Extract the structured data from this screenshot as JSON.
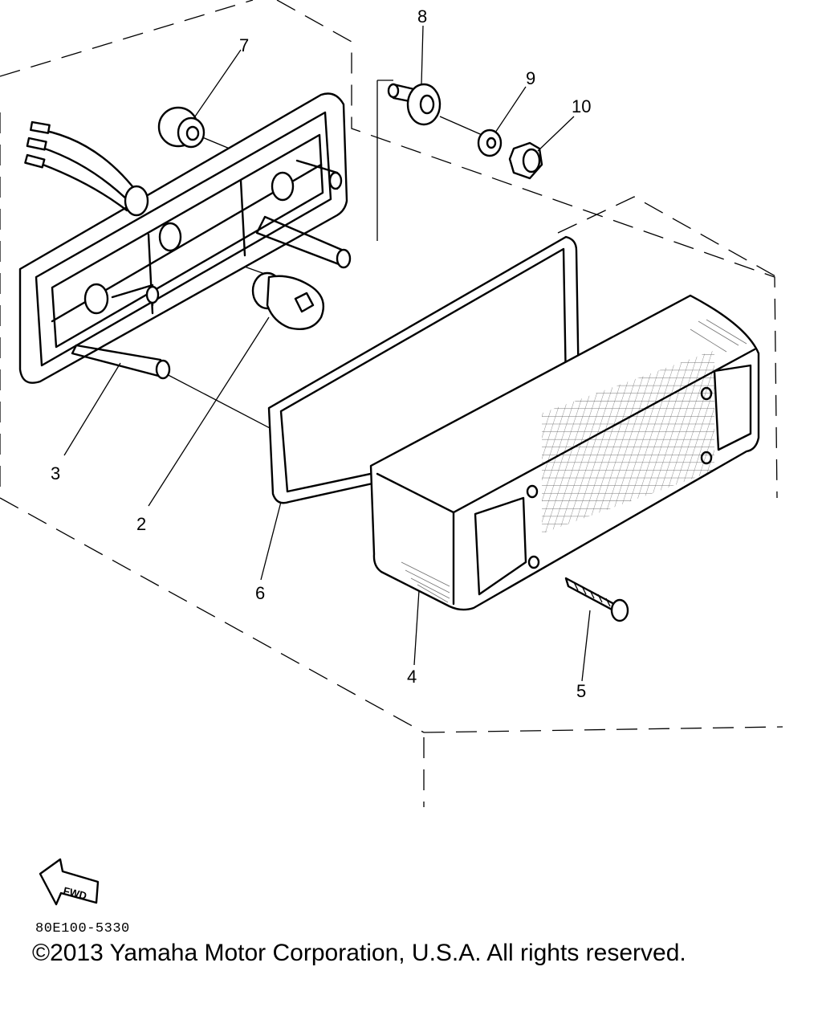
{
  "callouts": {
    "c1": "2",
    "c2": "3",
    "c3": "4",
    "c4": "5",
    "c5": "6",
    "c6": "7",
    "c7": "8",
    "c8": "9",
    "c9": "10"
  },
  "fwd_label": "FWD",
  "part_code": "80E100-5330",
  "copyright": "©2013 Yamaha Motor Corporation, U.S.A. All rights reserved."
}
